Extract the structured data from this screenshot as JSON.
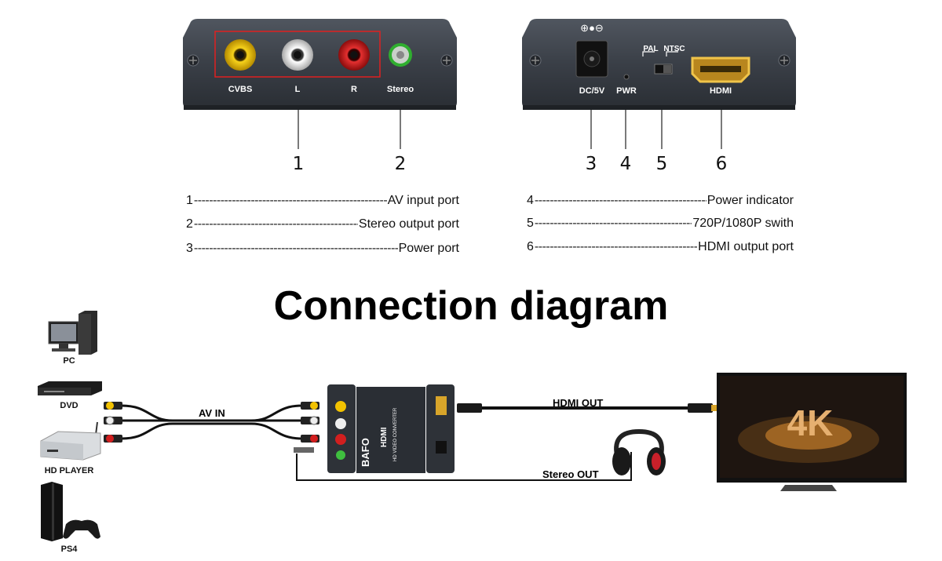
{
  "panels": {
    "left": {
      "ports": [
        "CVBS",
        "L",
        "R",
        "Stereo"
      ]
    },
    "right": {
      "power_symbol": "⊕●⊖",
      "ports": [
        "DC/5V",
        "PWR",
        "HDMI"
      ],
      "switch_labels": [
        "PAL",
        "NTSC"
      ]
    }
  },
  "callouts": [
    "1",
    "2",
    "3",
    "4",
    "5",
    "6"
  ],
  "legend": {
    "left": [
      {
        "num": "1",
        "text": "AV input port"
      },
      {
        "num": "2",
        "text": "Stereo output port"
      },
      {
        "num": "3",
        "text": "Power port"
      }
    ],
    "right": [
      {
        "num": "4",
        "text": "Power indicator"
      },
      {
        "num": "5",
        "text": "720P/1080P swith"
      },
      {
        "num": "6",
        "text": "HDMI output port"
      }
    ]
  },
  "title": "Connection diagram",
  "sources": [
    "PC",
    "DVD",
    "HD PLAYER",
    "PS4"
  ],
  "cables": {
    "av_in": "AV IN",
    "hdmi_out": "HDMI OUT",
    "stereo_out": "Stereo OUT"
  },
  "converter": {
    "brand": "BAFO",
    "line1": "HDMI",
    "line2": "HD VIDEO CONVERTER"
  },
  "tv": {
    "badge": "4K"
  },
  "colors": {
    "panel": "#3a3f47",
    "rca_yellow": "#f2c200",
    "rca_white": "#e8e8e8",
    "rca_red": "#d21f1f",
    "jack_green": "#3fbf3f",
    "hdmi_gold": "#d8a52a",
    "highlight_box": "#e02020"
  }
}
